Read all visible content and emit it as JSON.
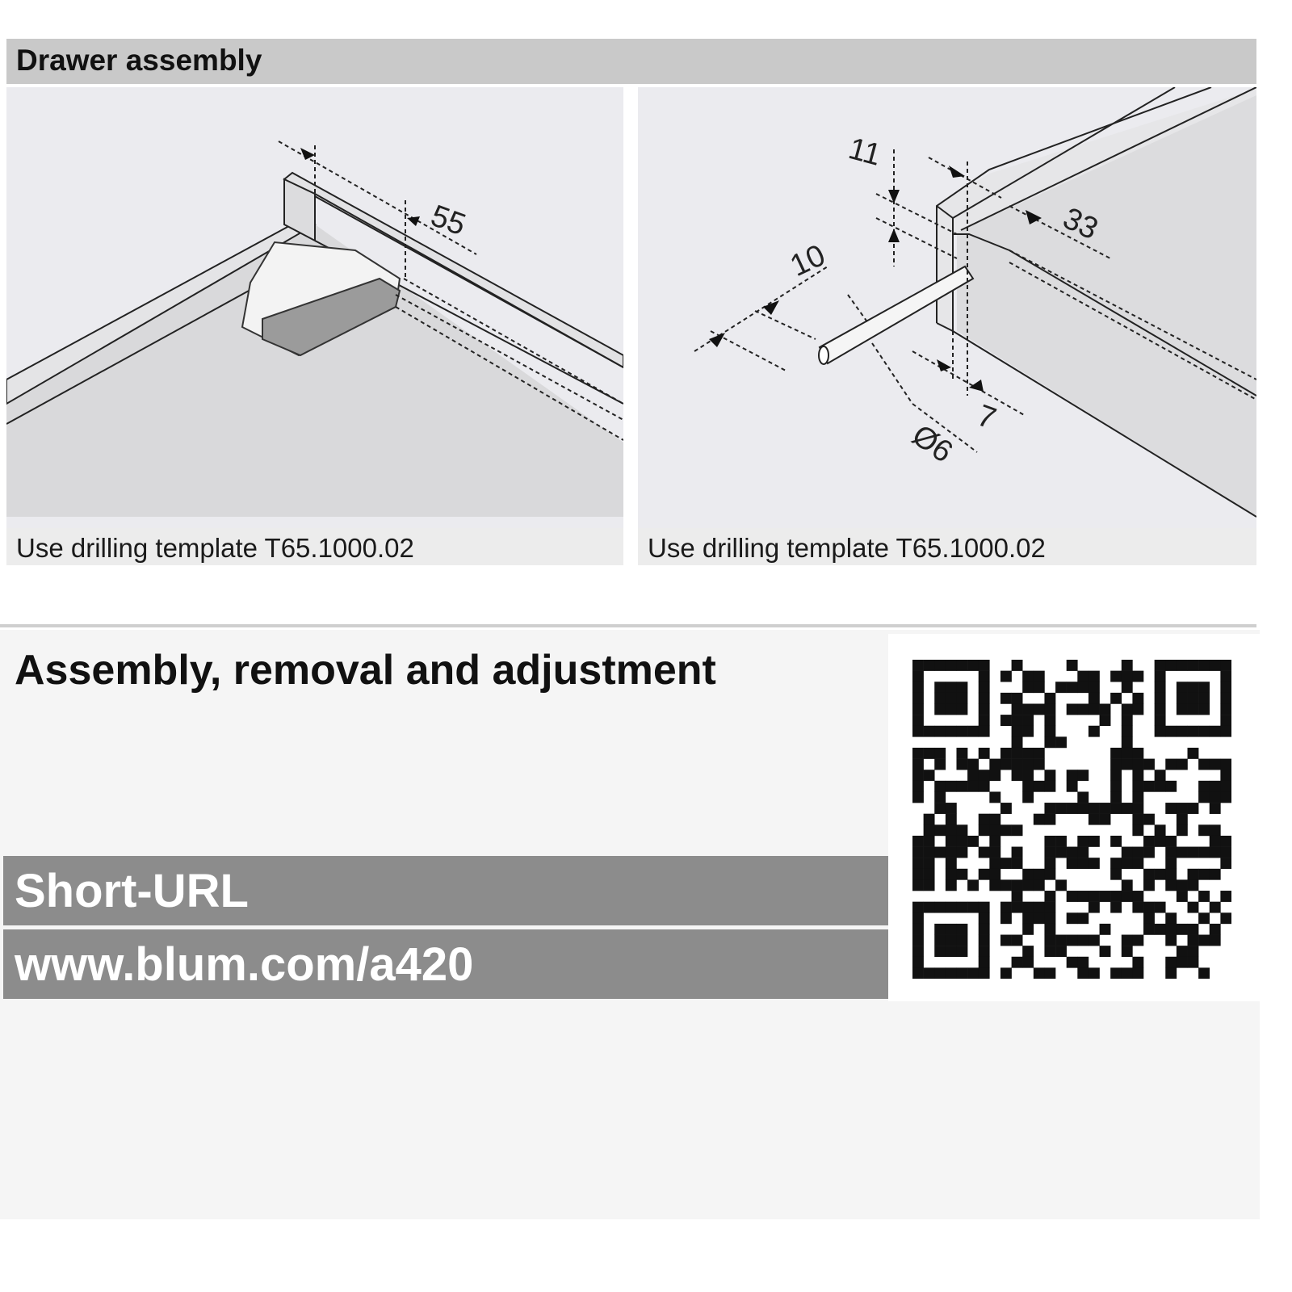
{
  "section": {
    "title": "Drawer assembly"
  },
  "panels": [
    {
      "caption": "Use drilling template T65.1000.02",
      "dimensions": [
        "55"
      ]
    },
    {
      "caption": "Use drilling template T65.1000.02",
      "dimensions": [
        "11",
        "33",
        "10",
        "7",
        "Ø6"
      ]
    }
  ],
  "bottom": {
    "title": "Assembly, removal and adjustment",
    "short_url_label": "Short-URL",
    "short_url": "www.blum.com/a420"
  },
  "colors": {
    "header_bg": "#c9c9c9",
    "url_bar_bg": "#8c8c8c"
  }
}
